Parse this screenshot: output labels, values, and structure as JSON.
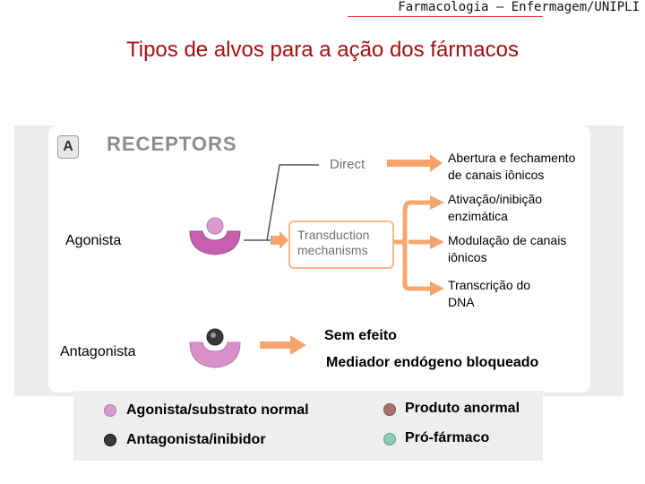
{
  "header": {
    "course": "Farmacologia – Enfermagem/UNIPLI"
  },
  "title": "Tipos de alvos para a ação dos fármacos",
  "panel": {
    "badge": "A",
    "heading": "RECEPTORS",
    "direct_label": "Direct",
    "transduction_label": "Transduction\nmechanisms"
  },
  "outcomes": [
    "Abertura e fechamento\nde canais iônicos",
    "Ativação/inibição\nenzimática",
    "Modulação de canais\niônicos",
    "Transcrição do\nDNA"
  ],
  "agonist_label": "Agonista",
  "antagonist_label": "Antagonista",
  "antagonist_results": {
    "no_effect": "Sem efeito",
    "blocked": "Mediador endógeno bloqueado"
  },
  "legend": [
    {
      "label": "Agonista/substrato normal",
      "color": "#d79bd0"
    },
    {
      "label": "Produto anormal",
      "color": "#a8706b"
    },
    {
      "label": "Antagonista/inibidor",
      "color": "#3a3a3a"
    },
    {
      "label": "Pró-fármaco",
      "color": "#8ec9b8"
    }
  ],
  "colors": {
    "title": "#a50f10",
    "arrow": "#f39a5a",
    "receptor": "#c65fb0"
  }
}
